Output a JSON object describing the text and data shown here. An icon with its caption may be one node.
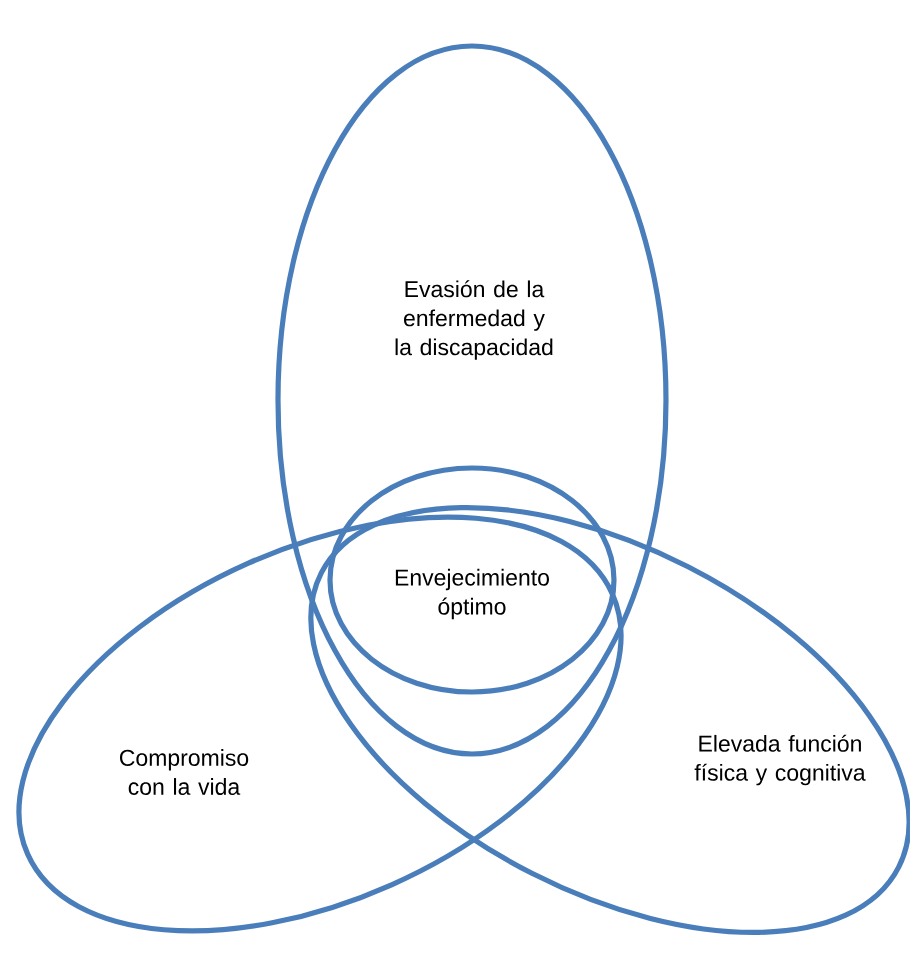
{
  "diagram": {
    "nodes": [
      {
        "text": [
          "Evasión de la enfermedad y la discapacidad"
        ]
      },
      {
        "text": [
          "Compromiso con la vida"
        ]
      },
      {
        "text": [
          "Elevada función física y cognitiva"
        ]
      },
      {
        "text": [
          "Envejecimiento óptimo"
        ],
        "in": 0
      }
    ]
  }
}
